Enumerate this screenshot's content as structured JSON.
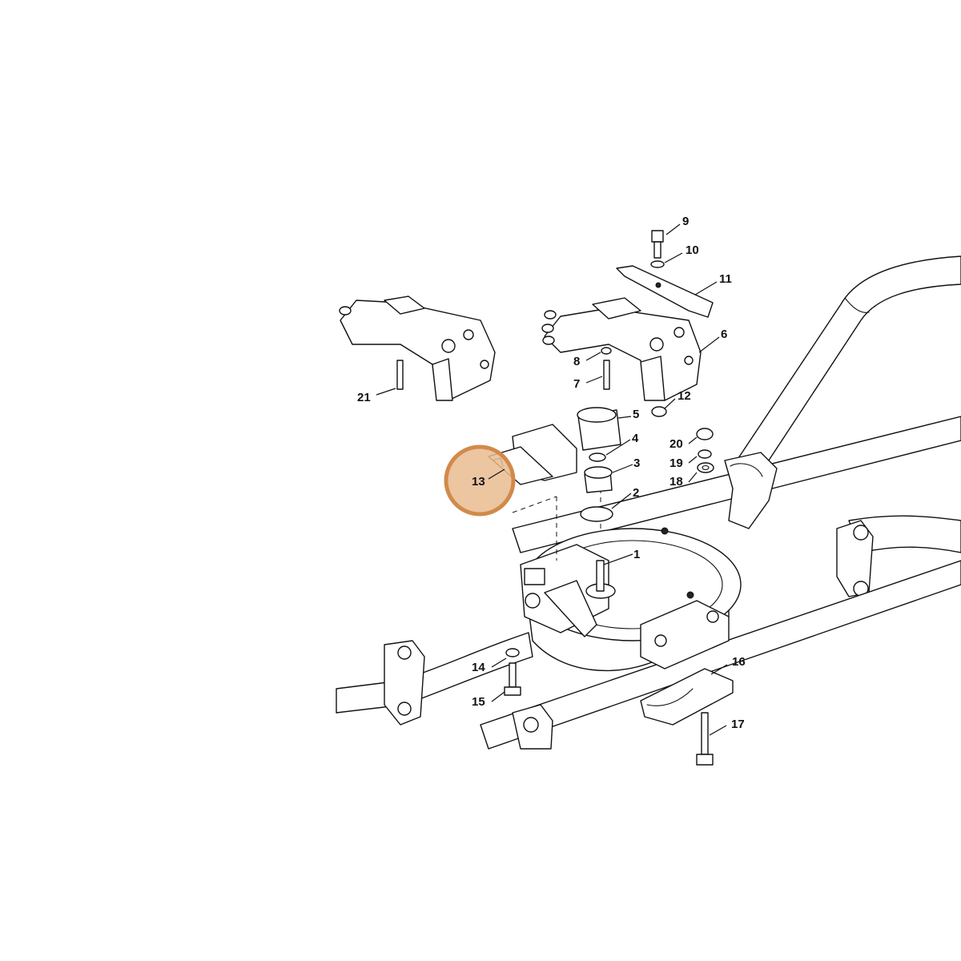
{
  "diagram": {
    "highlight_color": "#d18a4a",
    "highlight_fill": "#e9bb91",
    "callouts": [
      {
        "id": "p1",
        "label": "1"
      },
      {
        "id": "p2",
        "label": "2"
      },
      {
        "id": "p3",
        "label": "3"
      },
      {
        "id": "p4",
        "label": "4"
      },
      {
        "id": "p5",
        "label": "5"
      },
      {
        "id": "p6",
        "label": "6"
      },
      {
        "id": "p7",
        "label": "7"
      },
      {
        "id": "p8",
        "label": "8"
      },
      {
        "id": "p9",
        "label": "9"
      },
      {
        "id": "p10",
        "label": "10"
      },
      {
        "id": "p11",
        "label": "11"
      },
      {
        "id": "p12",
        "label": "12"
      },
      {
        "id": "p13",
        "label": "13",
        "highlighted": true
      },
      {
        "id": "p14",
        "label": "14"
      },
      {
        "id": "p15",
        "label": "15"
      },
      {
        "id": "p16",
        "label": "16"
      },
      {
        "id": "p17",
        "label": "17"
      },
      {
        "id": "p18",
        "label": "18"
      },
      {
        "id": "p19",
        "label": "19"
      },
      {
        "id": "p20",
        "label": "20"
      },
      {
        "id": "p21",
        "label": "21"
      }
    ]
  }
}
